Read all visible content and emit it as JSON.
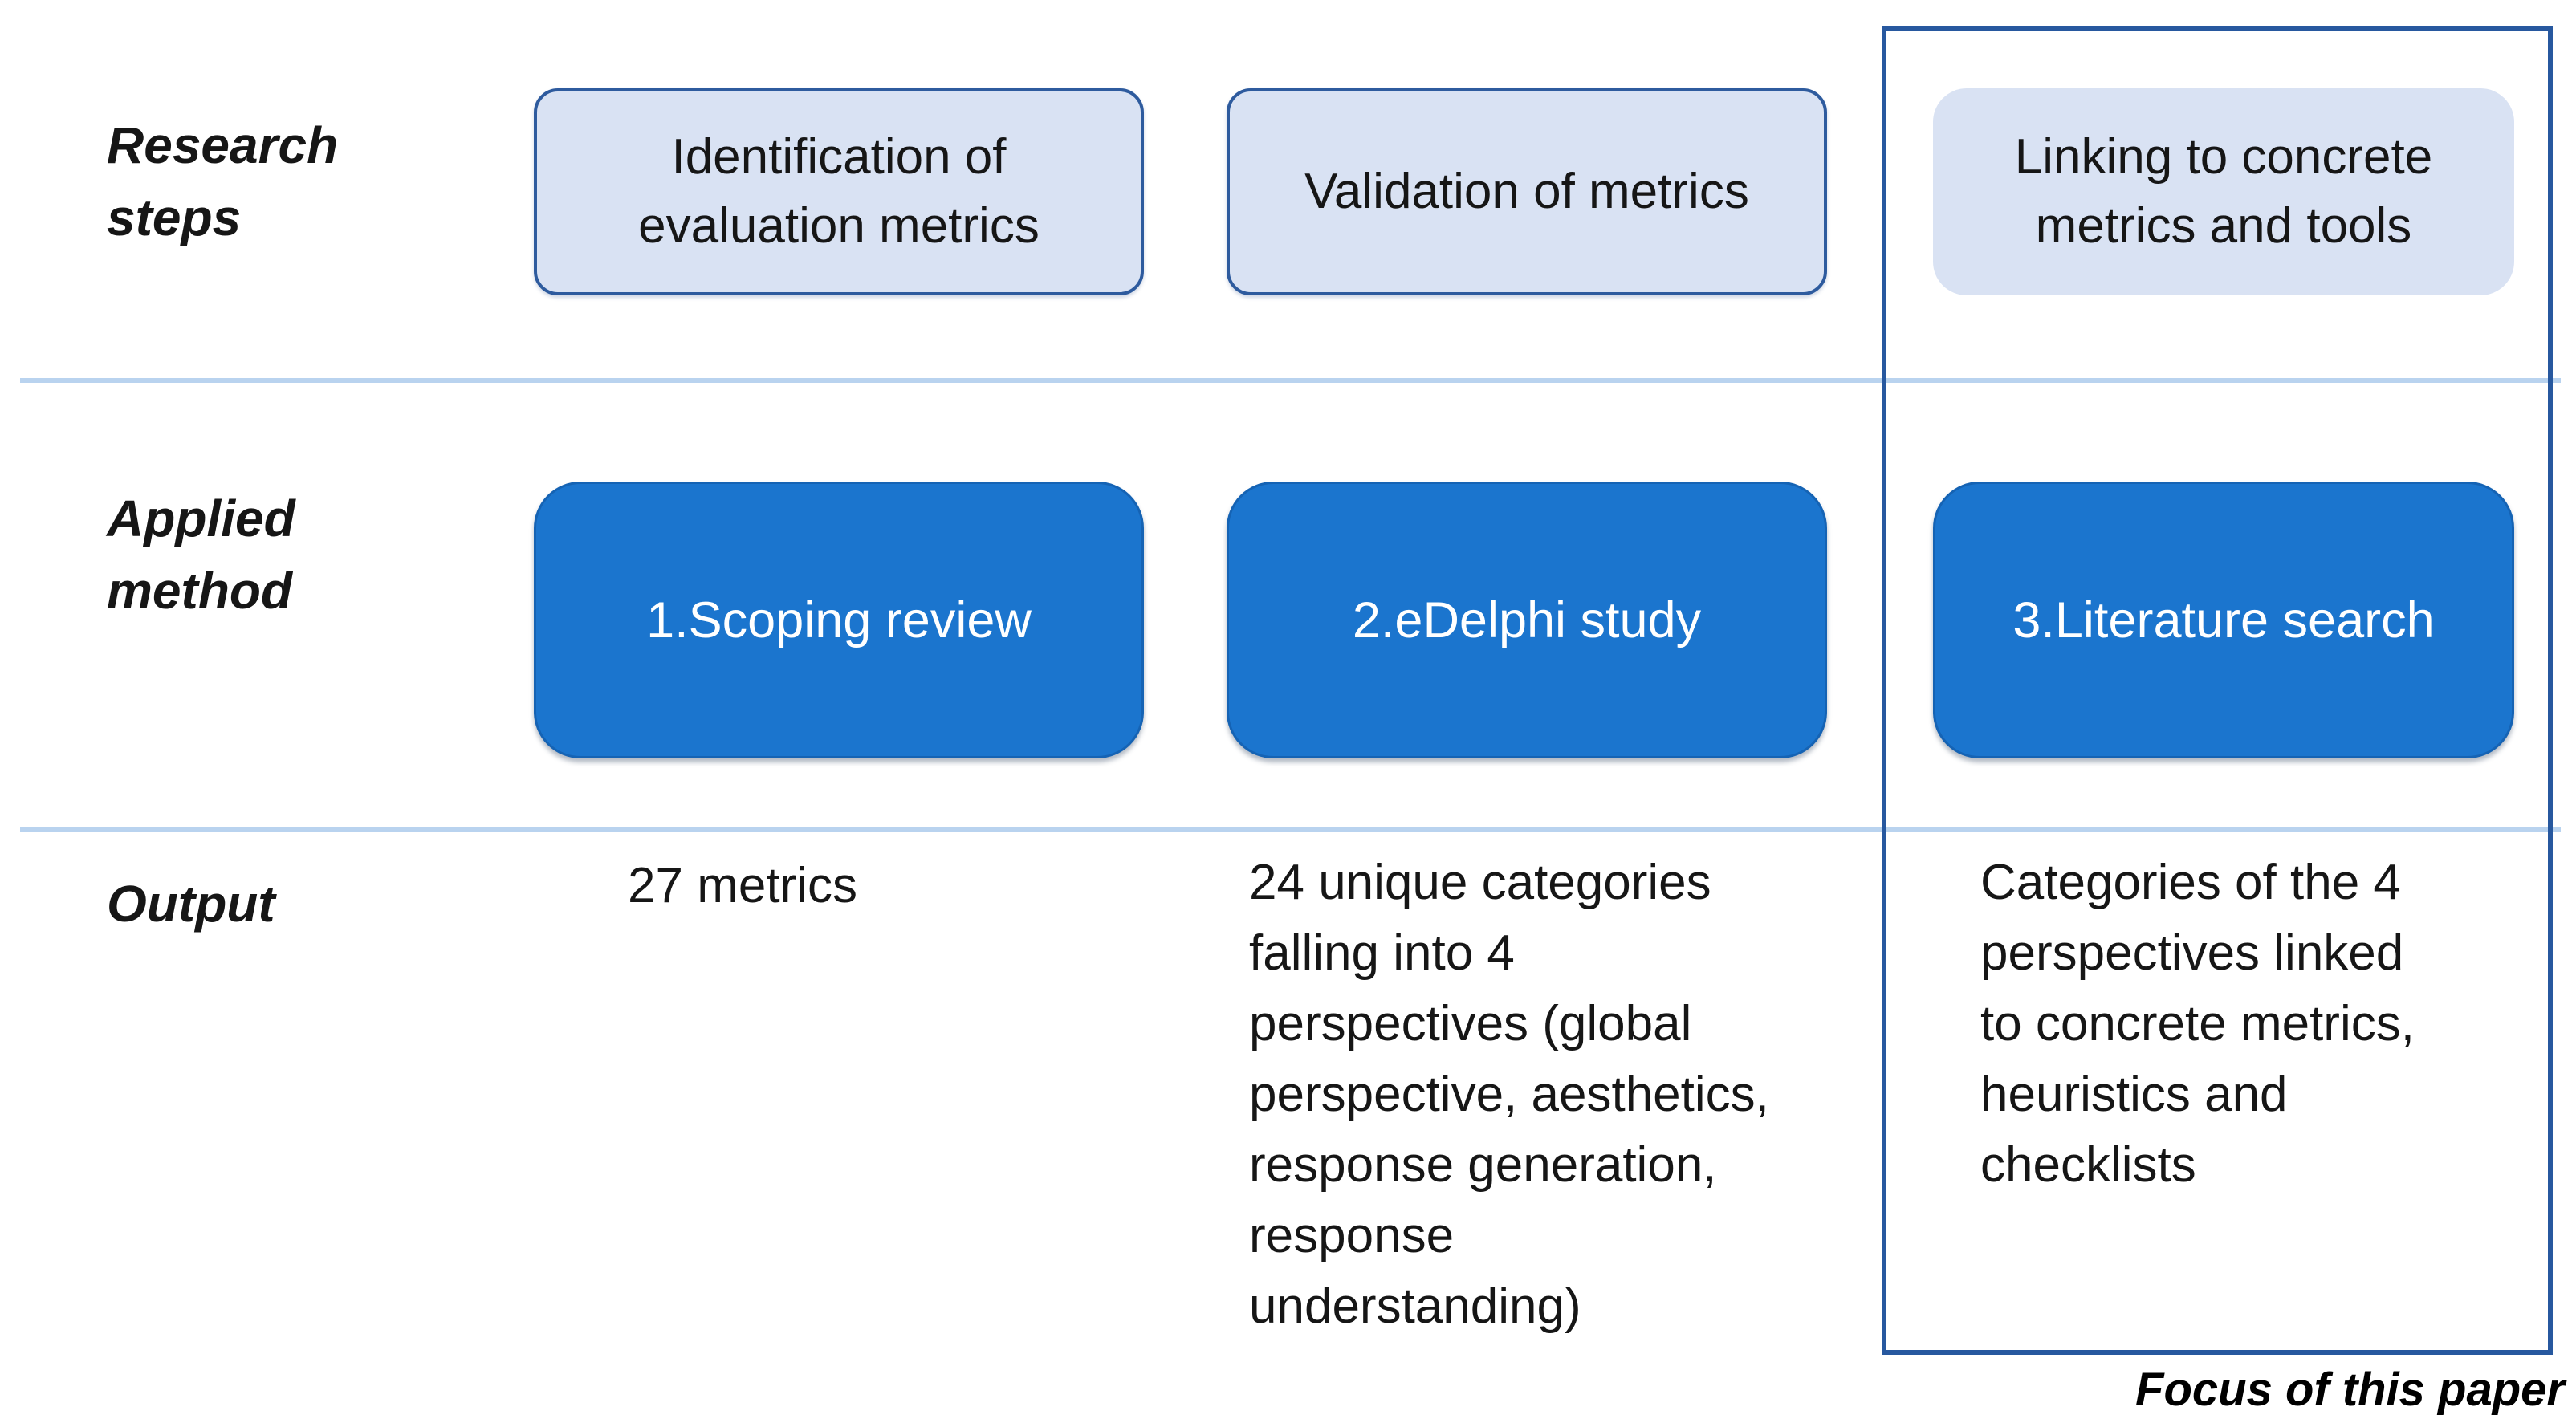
{
  "diagram": {
    "row_labels": {
      "research_steps": "Research\nsteps",
      "applied_method": "Applied\nmethod",
      "output": "Output"
    },
    "columns": [
      {
        "step": "Identification of\nevaluation metrics",
        "method": "1.Scoping review",
        "output": "27 metrics"
      },
      {
        "step": "Validation of metrics",
        "method": "2.eDelphi study",
        "output": "24 unique categories\nfalling into 4\nperspectives (global\nperspective, aesthetics,\nresponse generation,\nresponse\nunderstanding)"
      },
      {
        "step": "Linking to concrete\nmetrics and tools",
        "method": "3.Literature search",
        "output": "Categories of the 4\nperspectives linked\nto concrete metrics,\nheuristics and\nchecklists"
      }
    ],
    "focus_label": "Focus of this paper",
    "colors": {
      "method_box_fill": "#1B75CE",
      "method_box_edge": "#1563B4",
      "step_box_fill": "#D9E2F3",
      "step_box_border": "#2E5B9E",
      "focus_border": "#27589F",
      "divider_core": "#3E7CC7",
      "divider_halo": "#B9D3EF",
      "text": "#161616",
      "method_text": "#FFFFFF"
    }
  }
}
